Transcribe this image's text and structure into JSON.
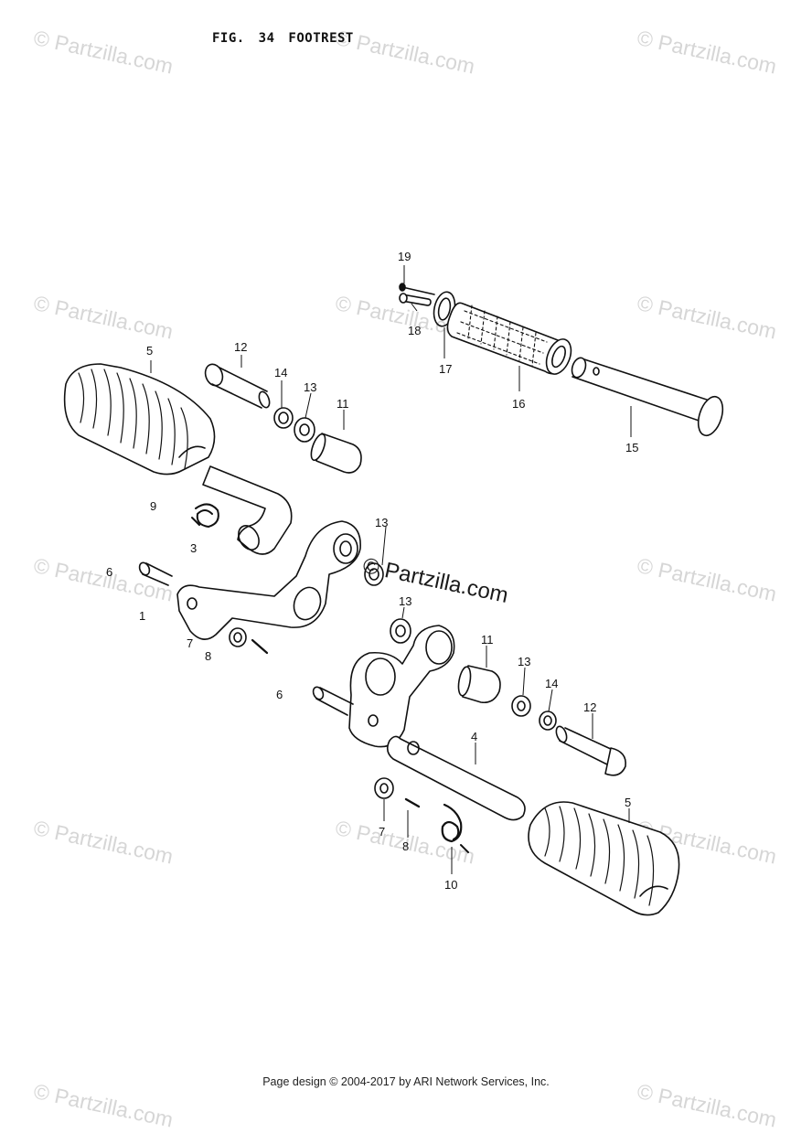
{
  "figure": {
    "title": "FIG. 34   FOOTREST"
  },
  "watermark": {
    "text": "© Partzilla.com",
    "center_text": "© Partzilla.com"
  },
  "callouts": {
    "c19": "19",
    "c18": "18",
    "c17": "17",
    "c16": "16",
    "c15": "15",
    "c5a": "5",
    "c12a": "12",
    "c14a": "14",
    "c13a": "13",
    "c11a": "11",
    "c9": "9",
    "c3": "3",
    "c6a": "6",
    "c1": "1",
    "c7a": "7",
    "c8a": "8",
    "c13b": "13",
    "c13c": "13",
    "c11b": "11",
    "c13d": "13",
    "c14b": "14",
    "c12b": "12",
    "c6b": "6",
    "c4": "4",
    "c5b": "5",
    "c7b": "7",
    "c8b": "8",
    "c10": "10"
  },
  "footer": {
    "text": "Page design © 2004-2017 by ARI Network Services, Inc."
  }
}
